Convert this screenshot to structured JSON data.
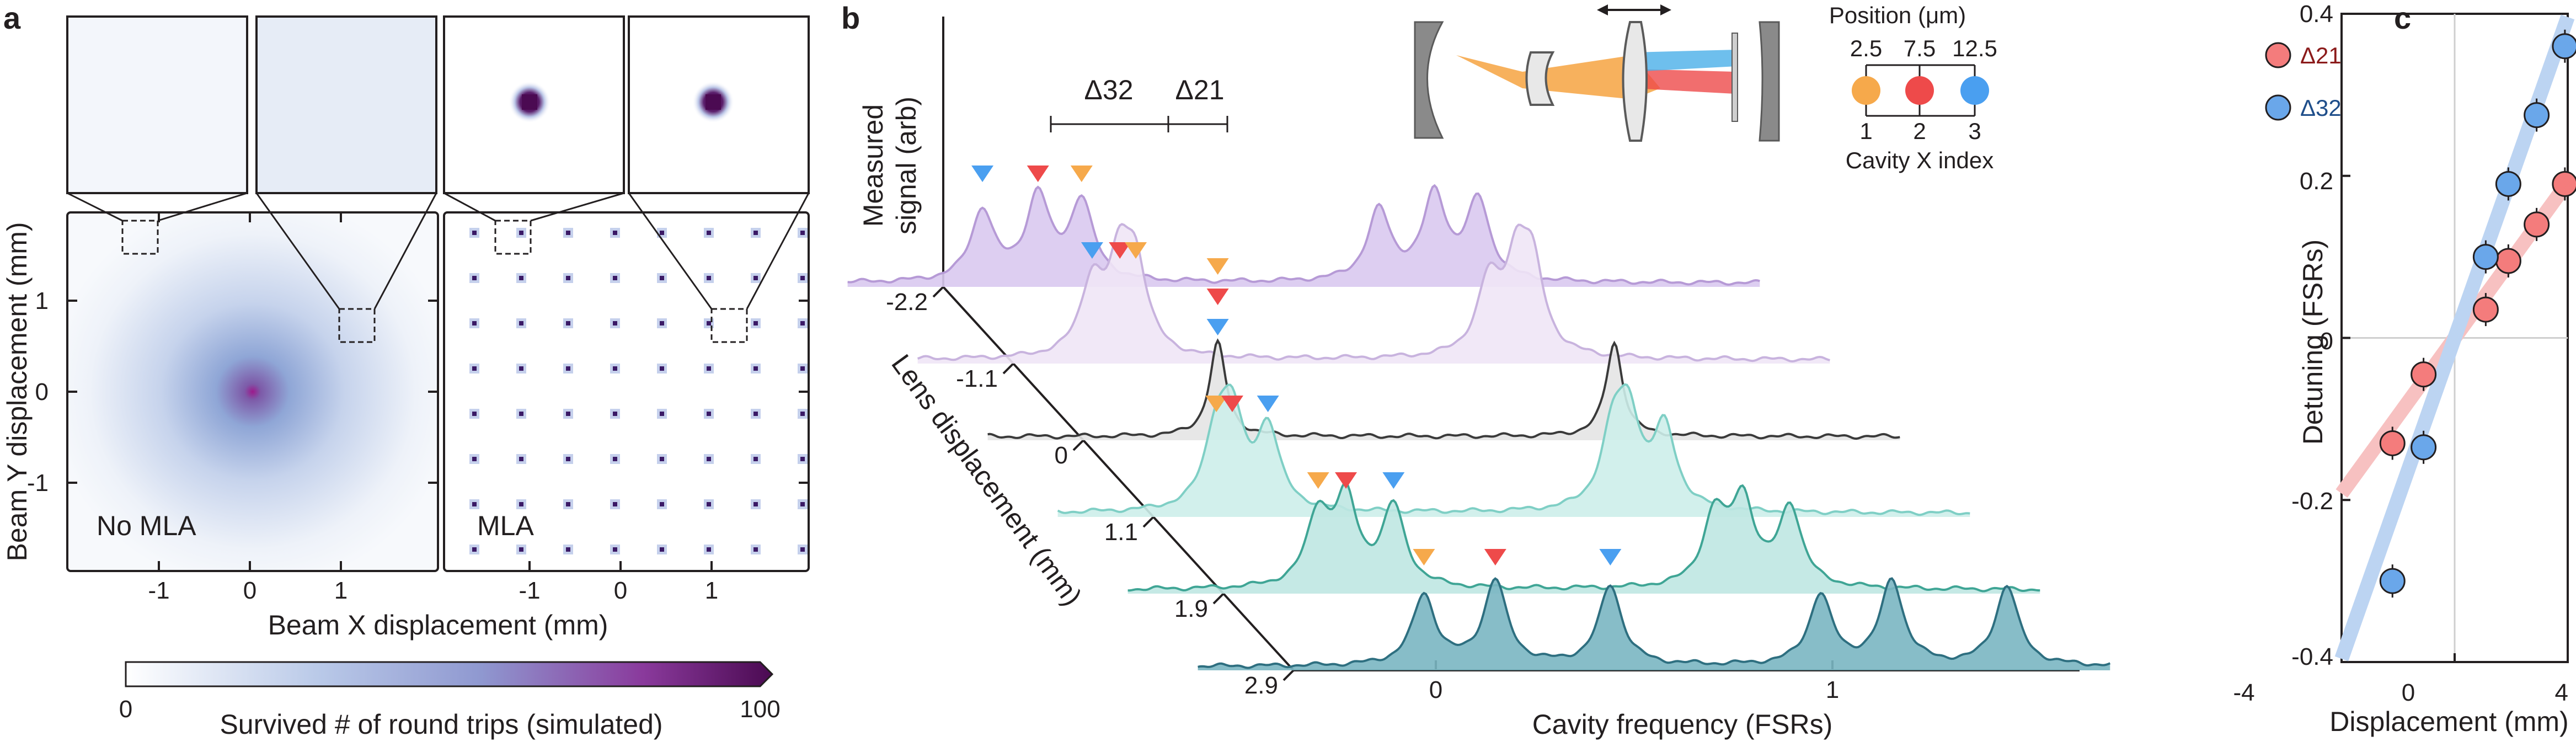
{
  "panel_labels": {
    "a": "a",
    "b": "b",
    "c": "c"
  },
  "panel_a": {
    "xlabel": "Beam X displacement (mm)",
    "ylabel": "Beam Y displacement (mm)",
    "xticks": [
      "-1",
      "0",
      "1"
    ],
    "yticks": [
      "1",
      "0",
      "-1"
    ],
    "xticks_right": [
      "-1",
      "0",
      "1"
    ],
    "left_label": "No MLA",
    "right_label": "MLA",
    "colorbar_label": "Survived # of round trips (simulated)",
    "colorbar_min": "0",
    "colorbar_max": "100",
    "colors": {
      "low": "#ffffff",
      "mid": "#8a9fd0",
      "high": "#4b0a52",
      "peak": "#9c1a8c"
    }
  },
  "panel_b": {
    "ylabel_line1": "Measured",
    "ylabel_line2": "signal (arb)",
    "depth_label": "Lens displacement (mm)",
    "xlabel": "Cavity frequency (FSRs)",
    "depth_ticks": [
      "-2.2",
      "-1.1",
      "0",
      "1.1",
      "1.9",
      "2.9"
    ],
    "xticks": [
      "0",
      "1"
    ],
    "delta32": "Δ32",
    "delta21": "Δ21",
    "legend_title": "Position (μm)",
    "legend_positions": [
      "2.5",
      "7.5",
      "12.5"
    ],
    "legend_indices": [
      "1",
      "2",
      "3"
    ],
    "legend_caption": "Cavity X index",
    "index_colors": {
      "1": "#f6a94b",
      "2": "#ee4a4a",
      "3": "#4a9ff0"
    },
    "trace_colors": [
      "#b69ad6",
      "#c8b3de",
      "#3a3a3a",
      "#7fcfc5",
      "#3fa595",
      "#2e6f80"
    ],
    "trace_fills": [
      "#d9c9ef",
      "#efe6f6",
      "#e4e4e4",
      "#cdeeea",
      "#bfe7e2",
      "#7ab6c2"
    ]
  },
  "panel_c": {
    "xlabel": "Displacement (mm)",
    "ylabel": "Detuning (FSRs)",
    "xticks": [
      "-4",
      "0",
      "4"
    ],
    "yticks": [
      "0.4",
      "0.2",
      "0",
      "-0.2",
      "-0.4"
    ],
    "legend": [
      "Δ21",
      "Δ32"
    ]
  },
  "chart_data": [
    {
      "type": "heatmap",
      "title": "No MLA",
      "xlabel": "Beam X displacement (mm)",
      "ylabel": "Beam Y displacement (mm)",
      "xlim": [
        -2,
        2
      ],
      "ylim": [
        -2,
        2
      ],
      "colorbar_range": [
        0,
        100
      ],
      "description_values": {
        "peak_location": [
          0,
          0
        ]
      }
    },
    {
      "type": "heatmap",
      "title": "MLA",
      "xlabel": "Beam X displacement (mm)",
      "xlim": [
        -2,
        2
      ],
      "ylim": [
        -2,
        2
      ],
      "colorbar_range": [
        0,
        100
      ]
    },
    {
      "type": "line",
      "xlabel": "Cavity frequency (FSRs)",
      "ylabel": "Measured signal (arb)",
      "depth_label": "Lens displacement (mm)",
      "series": [
        {
          "name": "-2.2",
          "peaks": [
            {
              "index": 3,
              "x": -0.26
            },
            {
              "index": 2,
              "x": -0.12
            },
            {
              "index": 1,
              "x": -0.01
            }
          ]
        },
        {
          "name": "-1.1",
          "peaks": [
            {
              "index": 3,
              "x": -0.16
            },
            {
              "index": 2,
              "x": -0.09
            },
            {
              "index": 1,
              "x": -0.05
            }
          ]
        },
        {
          "name": "0",
          "peaks": [
            {
              "index": 3,
              "x": -0.02
            },
            {
              "index": 2,
              "x": -0.02
            },
            {
              "index": 1,
              "x": -0.02
            }
          ]
        },
        {
          "name": "1.1",
          "peaks": [
            {
              "index": 1,
              "x": -0.2
            },
            {
              "index": 2,
              "x": -0.16
            },
            {
              "index": 3,
              "x": -0.07
            }
          ]
        },
        {
          "name": "1.9",
          "peaks": [
            {
              "index": 1,
              "x": -0.12
            },
            {
              "index": 2,
              "x": -0.05
            },
            {
              "index": 3,
              "x": 0.07
            }
          ]
        },
        {
          "name": "2.9",
          "peaks": [
            {
              "index": 1,
              "x": -0.03
            },
            {
              "index": 2,
              "x": 0.15
            },
            {
              "index": 3,
              "x": 0.44
            }
          ]
        }
      ]
    },
    {
      "type": "scatter",
      "xlabel": "Displacement (mm)",
      "ylabel": "Detuning (FSRs)",
      "xlim": [
        -4,
        4
      ],
      "ylim": [
        -0.4,
        0.4
      ],
      "series": [
        {
          "name": "Δ21",
          "color": "#f47c7c",
          "x": [
            -2.2,
            -1.1,
            1.1,
            1.9,
            2.9,
            3.9
          ],
          "y": [
            -0.13,
            -0.045,
            0.035,
            0.095,
            0.14,
            0.19
          ],
          "fit": {
            "slope": 0.048,
            "intercept": 0.0
          }
        },
        {
          "name": "Δ32",
          "color": "#6aa7ea",
          "x": [
            -2.2,
            -1.1,
            1.1,
            1.9,
            2.9,
            3.9
          ],
          "y": [
            -0.3,
            -0.135,
            0.1,
            0.19,
            0.275,
            0.36
          ],
          "fit": {
            "slope": 0.099,
            "intercept": 0.0
          }
        }
      ]
    }
  ]
}
